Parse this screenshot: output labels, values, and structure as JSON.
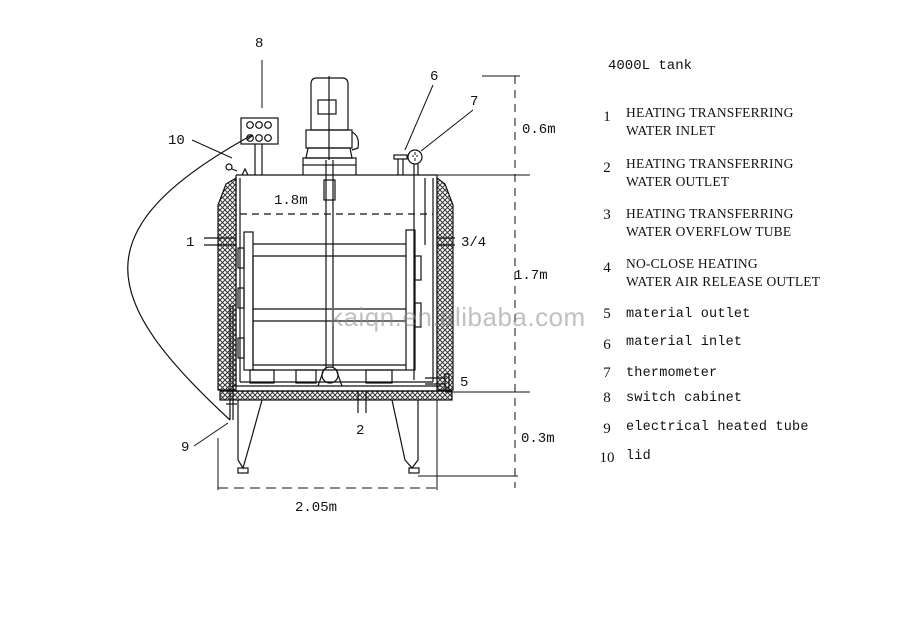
{
  "diagram": {
    "title": "4000L tank",
    "colors": {
      "line": "#111111",
      "background": "#ffffff",
      "insulation_hatch": "#333333",
      "watermark": "#8c8c8c"
    },
    "watermark": "kaiqn.en.alibaba.com",
    "callouts": {
      "c1": "1",
      "c2": "2",
      "c34": "3/4",
      "c5": "5",
      "c6": "6",
      "c7": "7",
      "c8": "8",
      "c9": "9",
      "c10": "10"
    },
    "dimensions": {
      "inner_width": "1.8m",
      "overall_width": "2.05m",
      "top_height": "0.6m",
      "body_height": "1.7m",
      "leg_height": "0.3m"
    },
    "legend": [
      {
        "num": "1",
        "text": "HEATING TRANSFERRING\nWATER INLET"
      },
      {
        "num": "2",
        "text": "HEATING TRANSFERRING\nWATER OUTLET"
      },
      {
        "num": "3",
        "text": "HEATING TRANSFERRING\nWATER OVERFLOW TUBE"
      },
      {
        "num": "4",
        "text": "NO-CLOSE HEATING\nWATER AIR RELEASE OUTLET"
      },
      {
        "num": "5",
        "text": "material outlet"
      },
      {
        "num": "6",
        "text": "material inlet"
      },
      {
        "num": "7",
        "text": "thermometer"
      },
      {
        "num": "8",
        "text": "switch cabinet"
      },
      {
        "num": "9",
        "text": "electrical heated tube"
      },
      {
        "num": "10",
        "text": "lid"
      }
    ]
  }
}
